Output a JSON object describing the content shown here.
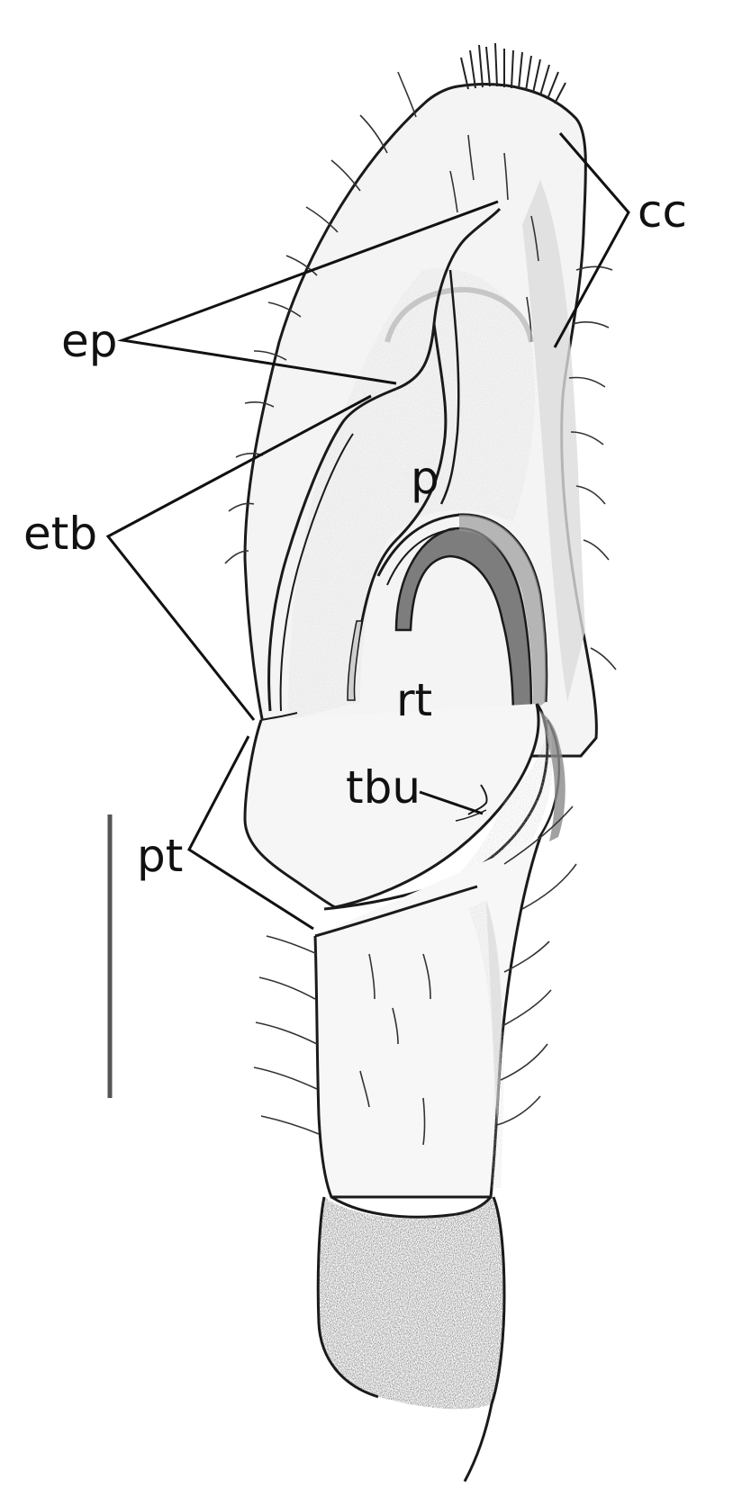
{
  "labels": {
    "cc": "cc",
    "ep": "ep",
    "p": "p",
    "etb": "etb",
    "rt": "rt",
    "tbu": "tbu",
    "pt": "pt"
  }
}
